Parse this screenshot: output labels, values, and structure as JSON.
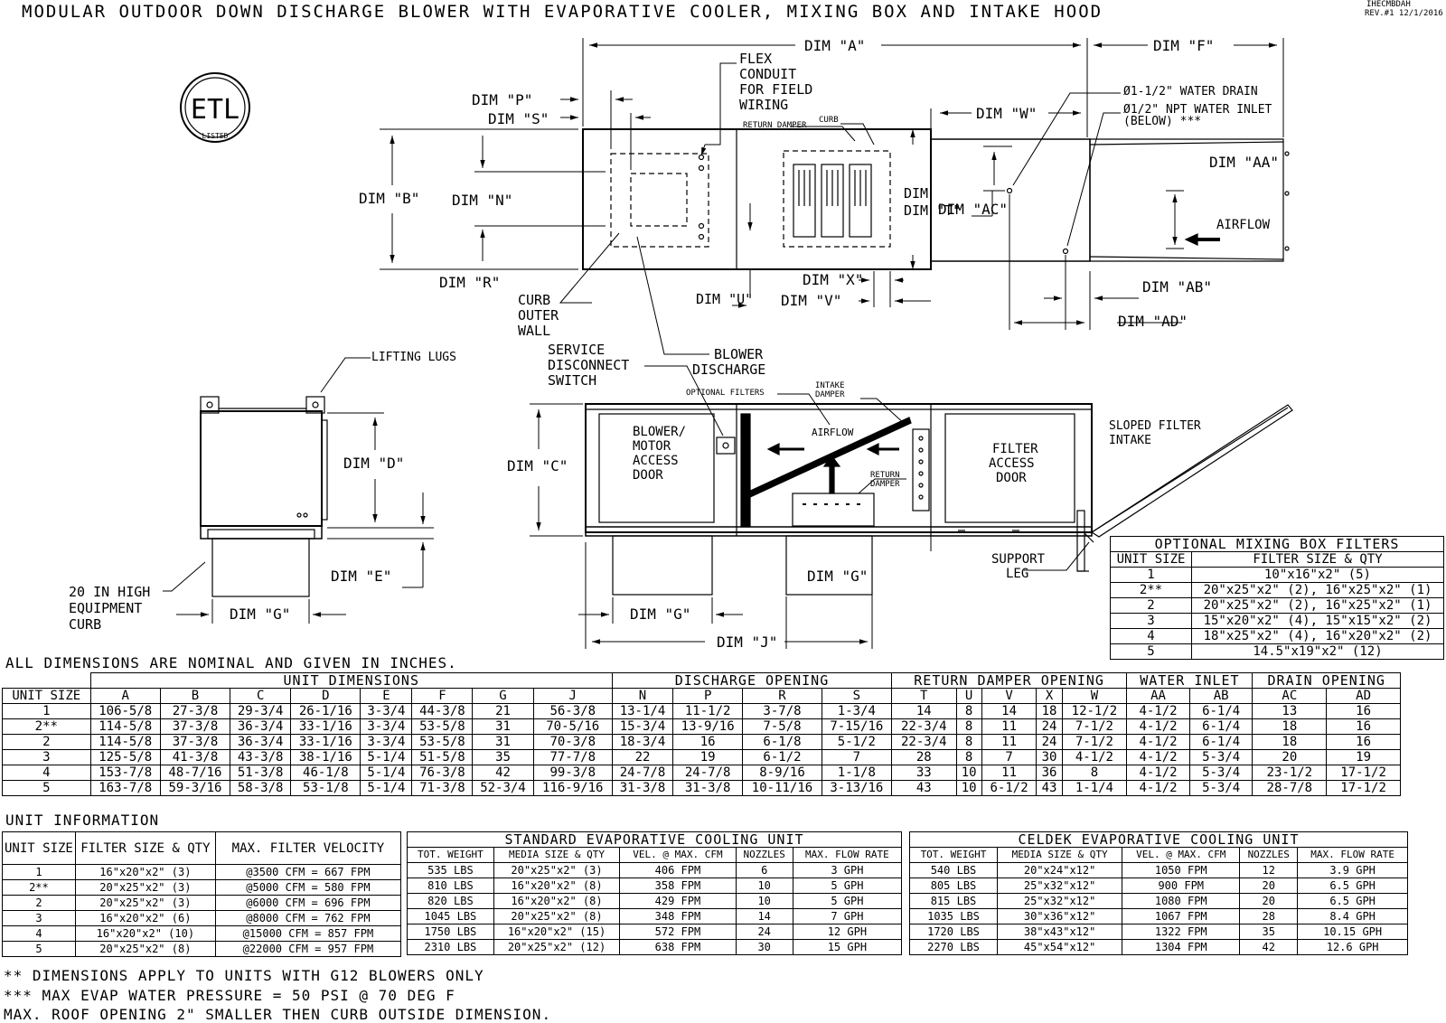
{
  "header": {
    "title": "MODULAR OUTDOOR DOWN DISCHARGE BLOWER WITH EVAPORATIVE COOLER, MIXING BOX AND INTAKE HOOD",
    "drawing_id": "IHECMBDAH",
    "revision": "REV.#1 12/1/2016"
  },
  "logo": {
    "text": "ETL",
    "sub": "LISTED"
  },
  "labels": {
    "dim_a": "DIM \"A\"",
    "dim_f": "DIM \"F\"",
    "dim_p": "DIM \"P\"",
    "dim_s": "DIM \"S\"",
    "dim_b": "DIM \"B\"",
    "dim_n": "DIM \"N\"",
    "dim_r": "DIM \"R\"",
    "dim_w": "DIM \"W\"",
    "dim_t": "DIM \"T\"",
    "dim_ac": "DIM \"AC\"",
    "dim_aa": "DIM \"AA\"",
    "dim_ab": "DIM \"AB\"",
    "dim_ad": "DIM \"AD\"",
    "dim_x": "DIM \"X\"",
    "dim_v": "DIM \"V\"",
    "dim_u": "DIM \"U\"",
    "dim_c": "DIM \"C\"",
    "dim_d": "DIM \"D\"",
    "dim_e": "DIM \"E\"",
    "dim_g": "DIM \"G\"",
    "dim_j": "DIM \"J\"",
    "flex_conduit": [
      "FLEX",
      "CONDUIT",
      "FOR FIELD",
      "WIRING"
    ],
    "return_damper": "RETURN DAMPER",
    "curb": "CURB",
    "water_drain": "Ø1-1/2\" WATER DRAIN",
    "water_inlet": [
      "Ø1/2\" NPT WATER INLET",
      "(BELOW) ***"
    ],
    "airflow": "AIRFLOW",
    "curb_outer_wall": [
      "CURB",
      "OUTER",
      "WALL"
    ],
    "service_disconnect": [
      "SERVICE",
      "DISCONNECT",
      "SWITCH"
    ],
    "blower_discharge": [
      "BLOWER",
      "DISCHARGE"
    ],
    "lifting_lugs": "LIFTING LUGS",
    "optional_filters": "OPTIONAL FILTERS",
    "intake_damper": [
      "INTAKE",
      "DAMPER"
    ],
    "sloped_filter": [
      "SLOPED FILTER",
      "INTAKE"
    ],
    "blower_access": [
      "BLOWER/",
      "MOTOR",
      "ACCESS",
      "DOOR"
    ],
    "filter_access": [
      "FILTER",
      "ACCESS",
      "DOOR"
    ],
    "return_damper_side": [
      "RETURN",
      "DAMPER"
    ],
    "support_leg": [
      "SUPPORT",
      "LEG"
    ],
    "equipment_curb": [
      "20 IN HIGH",
      "EQUIPMENT",
      "CURB"
    ]
  },
  "mixing_filters": {
    "title": "OPTIONAL MIXING BOX FILTERS",
    "headers": [
      "UNIT SIZE",
      "FILTER SIZE & QTY"
    ],
    "rows": [
      [
        "1",
        "10\"x16\"x2\" (5)"
      ],
      [
        "2**",
        "20\"x25\"x2\" (2), 16\"x25\"x2\" (1)"
      ],
      [
        "2",
        "20\"x25\"x2\" (2), 16\"x25\"x2\" (1)"
      ],
      [
        "3",
        "15\"x20\"x2\" (4), 15\"x15\"x2\" (2)"
      ],
      [
        "4",
        "18\"x25\"x2\" (4), 16\"x20\"x2\" (2)"
      ],
      [
        "5",
        "14.5\"x19\"x2\" (12)"
      ]
    ]
  },
  "dimensions": {
    "note": "ALL DIMENSIONS ARE NOMINAL AND GIVEN IN INCHES.",
    "groups": [
      "UNIT DIMENSIONS",
      "DISCHARGE OPENING",
      "RETURN DAMPER OPENING",
      "WATER INLET",
      "DRAIN OPENING"
    ],
    "headers": [
      "UNIT SIZE",
      "A",
      "B",
      "C",
      "D",
      "E",
      "F",
      "G",
      "J",
      "N",
      "P",
      "R",
      "S",
      "T",
      "U",
      "V",
      "X",
      "W",
      "AA",
      "AB",
      "AC",
      "AD"
    ],
    "rows": [
      [
        "1",
        "106-5/8",
        "27-3/8",
        "29-3/4",
        "26-1/16",
        "3-3/4",
        "44-3/8",
        "21",
        "56-3/8",
        "13-1/4",
        "11-1/2",
        "3-7/8",
        "1-3/4",
        "14",
        "8",
        "14",
        "18",
        "12-1/2",
        "4-1/2",
        "6-1/4",
        "13",
        "16"
      ],
      [
        "2**",
        "114-5/8",
        "37-3/8",
        "36-3/4",
        "33-1/16",
        "3-3/4",
        "53-5/8",
        "31",
        "70-5/16",
        "15-3/4",
        "13-9/16",
        "7-5/8",
        "7-15/16",
        "22-3/4",
        "8",
        "11",
        "24",
        "7-1/2",
        "4-1/2",
        "6-1/4",
        "18",
        "16"
      ],
      [
        "2",
        "114-5/8",
        "37-3/8",
        "36-3/4",
        "33-1/16",
        "3-3/4",
        "53-5/8",
        "31",
        "70-3/8",
        "18-3/4",
        "16",
        "6-1/8",
        "5-1/2",
        "22-3/4",
        "8",
        "11",
        "24",
        "7-1/2",
        "4-1/2",
        "6-1/4",
        "18",
        "16"
      ],
      [
        "3",
        "125-5/8",
        "41-3/8",
        "43-3/8",
        "38-1/16",
        "5-1/4",
        "51-5/8",
        "35",
        "77-7/8",
        "22",
        "19",
        "6-1/2",
        "7",
        "28",
        "8",
        "7",
        "30",
        "4-1/2",
        "4-1/2",
        "5-3/4",
        "20",
        "19"
      ],
      [
        "4",
        "153-7/8",
        "48-7/16",
        "51-3/8",
        "46-1/8",
        "5-1/4",
        "76-3/8",
        "42",
        "99-3/8",
        "24-7/8",
        "24-7/8",
        "8-9/16",
        "1-1/8",
        "33",
        "10",
        "11",
        "36",
        "8",
        "4-1/2",
        "5-3/4",
        "23-1/2",
        "17-1/2"
      ],
      [
        "5",
        "163-7/8",
        "59-3/16",
        "58-3/8",
        "53-1/8",
        "5-1/4",
        "71-3/8",
        "52-3/4",
        "116-9/16",
        "31-3/8",
        "31-3/8",
        "10-11/16",
        "3-13/16",
        "43",
        "10",
        "6-1/2",
        "43",
        "1-1/4",
        "4-1/2",
        "5-3/4",
        "28-7/8",
        "17-1/2"
      ]
    ]
  },
  "unit_info": {
    "title": "UNIT INFORMATION",
    "headers": [
      "UNIT SIZE",
      "FILTER SIZE & QTY",
      "MAX. FILTER VELOCITY"
    ],
    "rows": [
      [
        "1",
        "16\"x20\"x2\" (3)",
        "@3500 CFM = 667 FPM"
      ],
      [
        "2**",
        "20\"x25\"x2\" (3)",
        "@5000 CFM = 580 FPM"
      ],
      [
        "2",
        "20\"x25\"x2\" (3)",
        "@6000 CFM = 696 FPM"
      ],
      [
        "3",
        "16\"x20\"x2\" (6)",
        "@8000 CFM = 762 FPM"
      ],
      [
        "4",
        "16\"x20\"x2\" (10)",
        "@15000 CFM = 857 FPM"
      ],
      [
        "5",
        "20\"x25\"x2\" (8)",
        "@22000 CFM = 957 FPM"
      ]
    ]
  },
  "standard_evap": {
    "title": "STANDARD EVAPORATIVE COOLING UNIT",
    "headers": [
      "TOT. WEIGHT",
      "MEDIA SIZE & QTY",
      "VEL. @ MAX. CFM",
      "NOZZLES",
      "MAX. FLOW RATE"
    ],
    "rows": [
      [
        "535 LBS",
        "20\"x25\"x2\" (3)",
        "406 FPM",
        "6",
        "3 GPH"
      ],
      [
        "810 LBS",
        "16\"x20\"x2\" (8)",
        "358 FPM",
        "10",
        "5 GPH"
      ],
      [
        "820 LBS",
        "16\"x20\"x2\" (8)",
        "429 FPM",
        "10",
        "5 GPH"
      ],
      [
        "1045 LBS",
        "20\"x25\"x2\" (8)",
        "348 FPM",
        "14",
        "7 GPH"
      ],
      [
        "1750 LBS",
        "16\"x20\"x2\" (15)",
        "572 FPM",
        "24",
        "12 GPH"
      ],
      [
        "2310 LBS",
        "20\"x25\"x2\" (12)",
        "638 FPM",
        "30",
        "15 GPH"
      ]
    ]
  },
  "celdek_evap": {
    "title": "CELDEK EVAPORATIVE COOLING UNIT",
    "headers": [
      "TOT. WEIGHT",
      "MEDIA SIZE & QTY",
      "VEL. @ MAX. CFM",
      "NOZZLES",
      "MAX. FLOW RATE"
    ],
    "rows": [
      [
        "540 LBS",
        "20\"x24\"x12\"",
        "1050 FPM",
        "12",
        "3.9 GPH"
      ],
      [
        "805 LBS",
        "25\"x32\"x12\"",
        "900 FPM",
        "20",
        "6.5 GPH"
      ],
      [
        "815 LBS",
        "25\"x32\"x12\"",
        "1080 FPM",
        "20",
        "6.5 GPH"
      ],
      [
        "1035 LBS",
        "30\"x36\"x12\"",
        "1067 FPM",
        "28",
        "8.4 GPH"
      ],
      [
        "1720 LBS",
        "38\"x43\"x12\"",
        "1322 FPM",
        "35",
        "10.15 GPH"
      ],
      [
        "2270 LBS",
        "45\"x54\"x12\"",
        "1304 FPM",
        "42",
        "12.6 GPH"
      ]
    ]
  },
  "footnotes": [
    "** DIMENSIONS APPLY TO UNITS WITH G12 BLOWERS ONLY",
    "*** MAX EVAP WATER PRESSURE = 50 PSI @ 70 DEG F",
    "MAX. ROOF OPENING 2\" SMALLER THEN CURB OUTSIDE DIMENSION."
  ]
}
